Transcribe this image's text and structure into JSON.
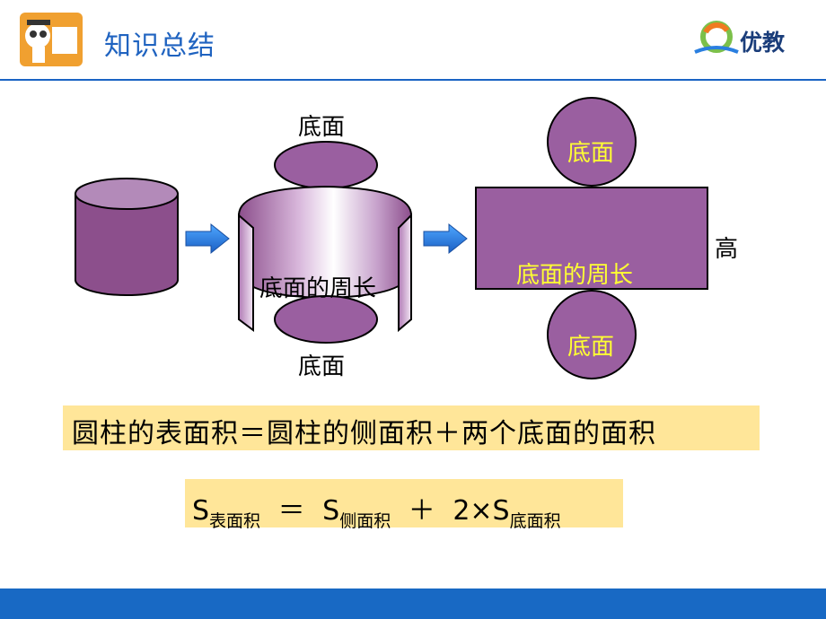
{
  "header": {
    "title": "知识总结",
    "brand_name": "优教"
  },
  "diagram": {
    "top_base_label": "底面",
    "bottom_base_label": "底面",
    "curved_circumference_label": "底面的周长",
    "net_top_circle_label": "底面",
    "net_bottom_circle_label": "底面",
    "net_rect_label": "底面的周长",
    "height_label": "高"
  },
  "formula": {
    "text": "圆柱的表面积＝圆柱的侧面积＋两个底面的面积"
  },
  "equation": {
    "s1": "S",
    "sub1": "表面积",
    "eq": "＝",
    "s2": "S",
    "sub2": "侧面积",
    "plus": "＋",
    "coef": "2×S",
    "sub3": "底面积"
  },
  "colors": {
    "accent_blue": "#1a64c4",
    "purple": "#9a5fa0",
    "label_yellow": "#ffff33",
    "formula_bg": "#ffe699",
    "arrow_blue": "#2a7fe0"
  }
}
